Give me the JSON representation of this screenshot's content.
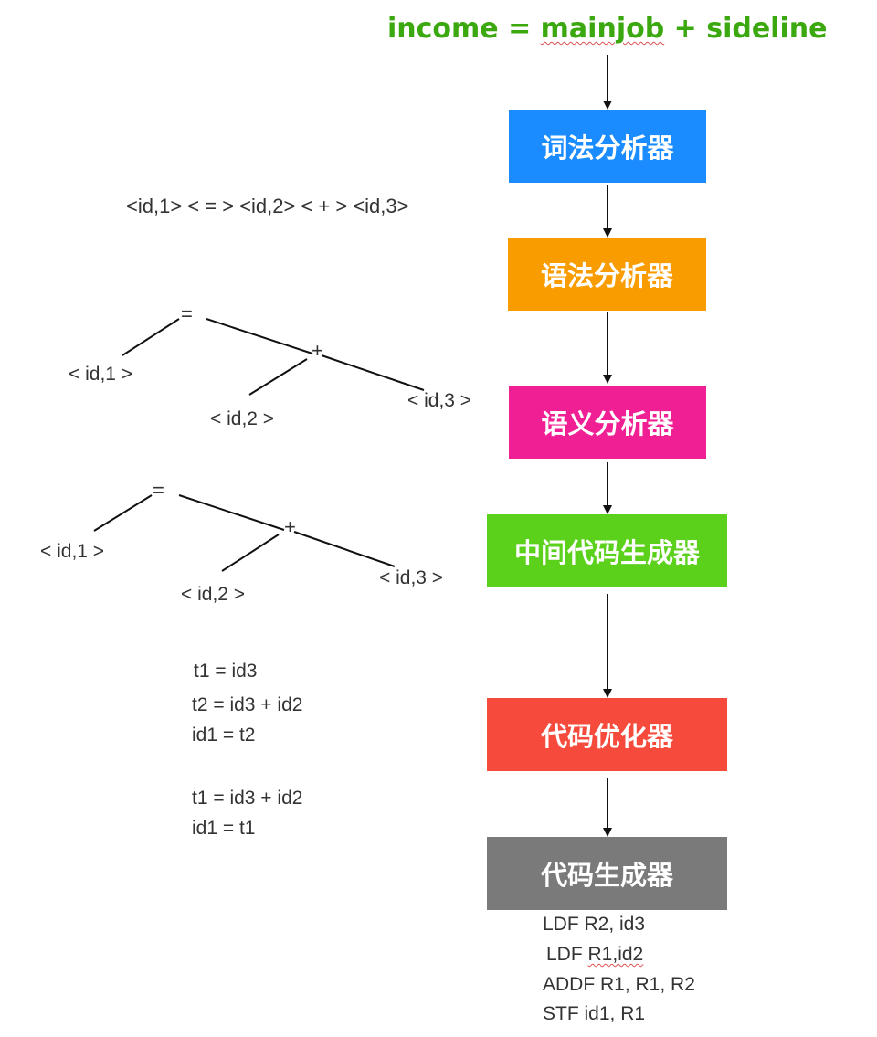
{
  "title": {
    "prefix": "income = ",
    "mainjob": "mainjob",
    "suffix": " + sideline"
  },
  "stages": [
    {
      "label": "词法分析器",
      "color": "#1a8cff"
    },
    {
      "label": "语法分析器",
      "color": "#f99c00"
    },
    {
      "label": "语义分析器",
      "color": "#f01f93"
    },
    {
      "label": "中间代码生成器",
      "color": "#5bd11c"
    },
    {
      "label": "代码优化器",
      "color": "#f64a3c"
    },
    {
      "label": "代码生成器",
      "color": "#7a7a7a"
    }
  ],
  "tokens": "<id,1> < = > <id,2> < + > <id,3>",
  "tree1": {
    "assign": "=",
    "plus": "+",
    "id1": "< id,1 >",
    "id2": "< id,2 >",
    "id3": "< id,3 >"
  },
  "tree2": {
    "assign": "=",
    "plus": "+",
    "id1": "< id,1 >",
    "id2": "< id,2 >",
    "id3": "< id,3 >"
  },
  "intermediate": [
    "t1 = id3",
    "t2 = id3 + id2",
    "id1 = t2"
  ],
  "optimized": [
    "t1 = id3 + id2",
    "id1 = t1"
  ],
  "target": {
    "line1": "LDF R2, id3",
    "line2_prefix": "LDF ",
    "line2_squiggle": "R1,id2",
    "line3": "ADDF R1, R1, R2",
    "line4": "STF id1, R1"
  }
}
